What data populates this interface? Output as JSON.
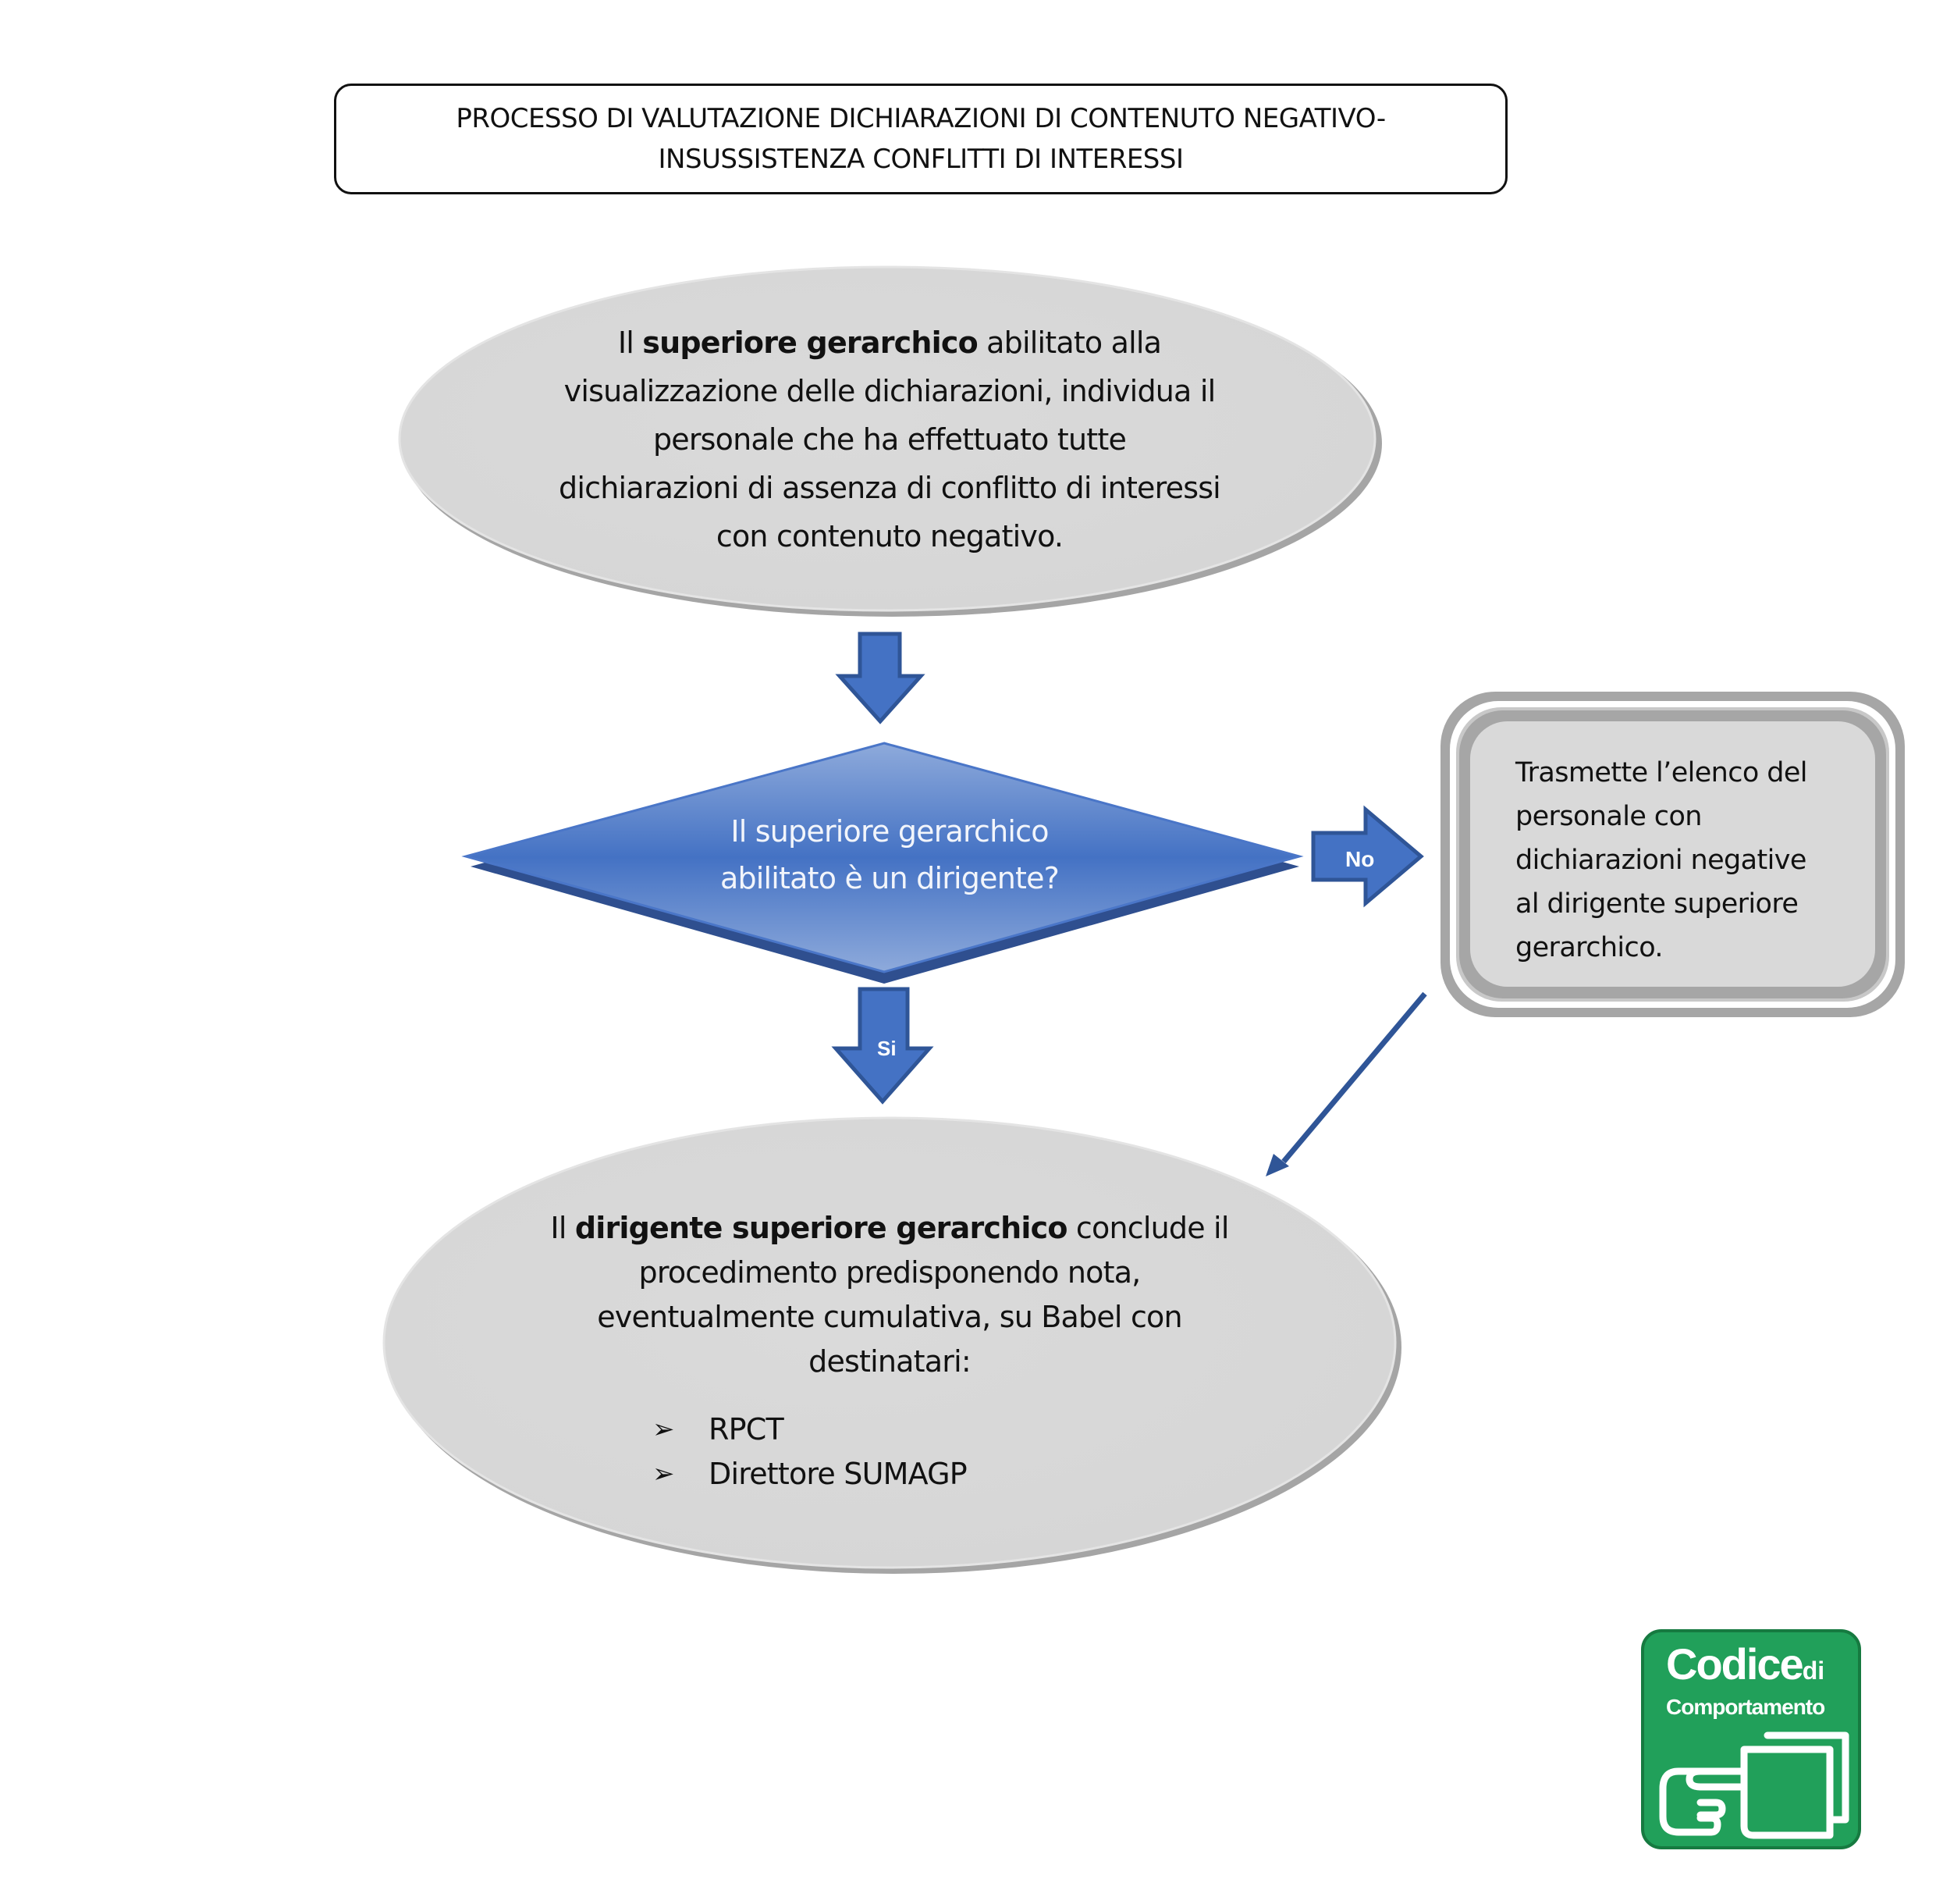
{
  "title": {
    "line1": "PROCESSO DI VALUTAZIONE DICHIARAZIONI DI CONTENUTO NEGATIVO-",
    "line2": "INSUSSISTENZA CONFLITTI DI INTERESSI"
  },
  "nodes": {
    "start": {
      "prefix": "Il ",
      "bold": "superiore gerarchico",
      "rest_line1": " abilitato alla",
      "line2": "visualizzazione delle dichiarazioni, individua il",
      "line3": "personale che ha effettuato tutte",
      "line4": "dichiarazioni di assenza di conflitto di interessi",
      "line5": "con contenuto negativo."
    },
    "decision": {
      "line1": "Il superiore gerarchico",
      "line2": "abilitato è un dirigente?"
    },
    "transmit": {
      "line1": "Trasmette l’elenco del",
      "line2": "personale con",
      "line3": "dichiarazioni negative",
      "line4": "al dirigente superiore",
      "line5": "gerarchico."
    },
    "end": {
      "prefix": "Il ",
      "bold": "dirigente superiore gerarchico",
      "rest_line1": " conclude il",
      "line2": "procedimento predisponendo nota,",
      "line3": "eventualmente cumulativa, su Babel con",
      "line4": "destinatari:",
      "recipients": [
        "RPCT",
        "Direttore SUMAGP"
      ],
      "bullet_glyph": "➢"
    }
  },
  "edges": {
    "no_label": "No",
    "si_label": "Si"
  },
  "logo": {
    "title": "Codice",
    "di": "di",
    "subtitle": "Comportamento",
    "color": "#21a05a"
  },
  "colors": {
    "ellipse_fill": "#d9d9d9",
    "ellipse_shadow": "#9c9c9c",
    "decision_fill": "#4472c4",
    "arrow_fill": "#4472c4",
    "arrow_stroke": "#2f5597",
    "box_ring": "#a6a6a6"
  }
}
